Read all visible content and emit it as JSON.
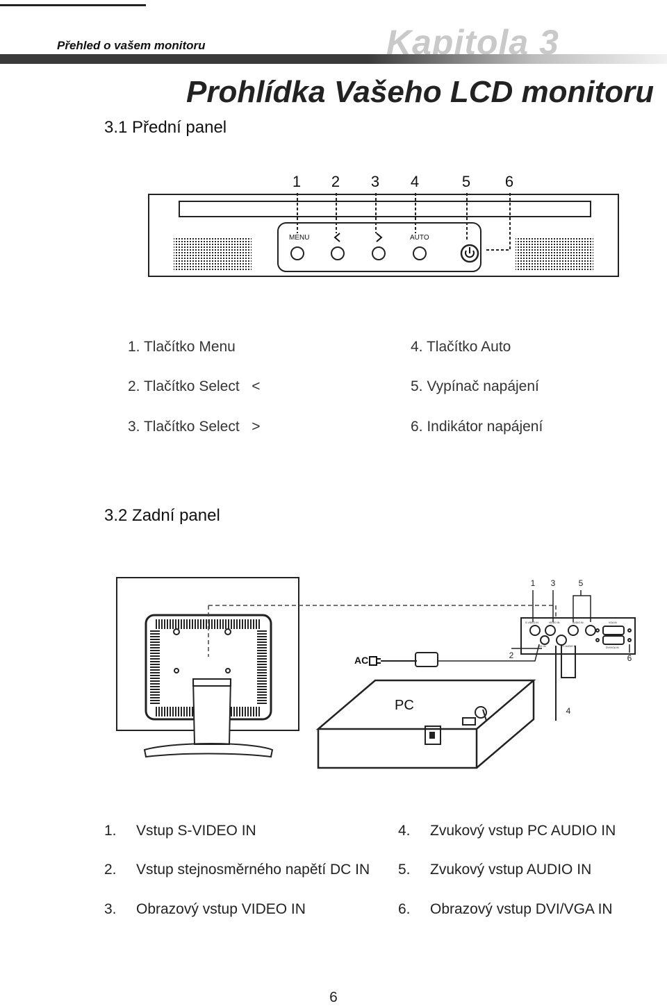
{
  "header": {
    "running_head": "Přehled o vašem monitoru",
    "chapter": "Kapitola 3"
  },
  "page_title": "Prohlídka Vašeho LCD monitoru",
  "front_panel": {
    "heading": "3.1 Přední panel",
    "callouts": [
      "1",
      "2",
      "3",
      "4",
      "5",
      "6"
    ],
    "button_labels": {
      "menu": "MENU",
      "left": "<",
      "right": ">",
      "auto": "AUTO"
    },
    "items_left": [
      "1. Tlačítko Menu",
      "2. Tlačítko Select   <",
      "3. Tlačítko Select   >"
    ],
    "items_right": [
      "4. Tlačítko Auto",
      "5. Vypínač napájení",
      "6. Indikátor napájení"
    ]
  },
  "rear_panel": {
    "heading": "3.2 Zadní panel",
    "callouts": [
      "1",
      "3",
      "5",
      "2",
      "6",
      "4"
    ],
    "ac_label": "AC",
    "pc_label": "PC",
    "port_labels": [
      "S-VIDEO IN",
      "VIDEO IN",
      "AUDIO IN",
      "VGA IN",
      "DC IN",
      "PC AUDIO IN",
      "DVI/VGA IN"
    ],
    "items_left": [
      {
        "num": "1.",
        "text": "Vstup S-VIDEO IN"
      },
      {
        "num": "2.",
        "text": "Vstup stejnosměrného napětí DC IN"
      },
      {
        "num": "3.",
        "text": "Obrazový vstup VIDEO IN"
      }
    ],
    "items_right": [
      {
        "num": "4.",
        "text": "Zvukový vstup PC AUDIO IN"
      },
      {
        "num": "5.",
        "text": "Zvukový vstup AUDIO IN"
      },
      {
        "num": "6.",
        "text": "Obrazový vstup DVI/VGA IN"
      }
    ]
  },
  "page_number": "6"
}
